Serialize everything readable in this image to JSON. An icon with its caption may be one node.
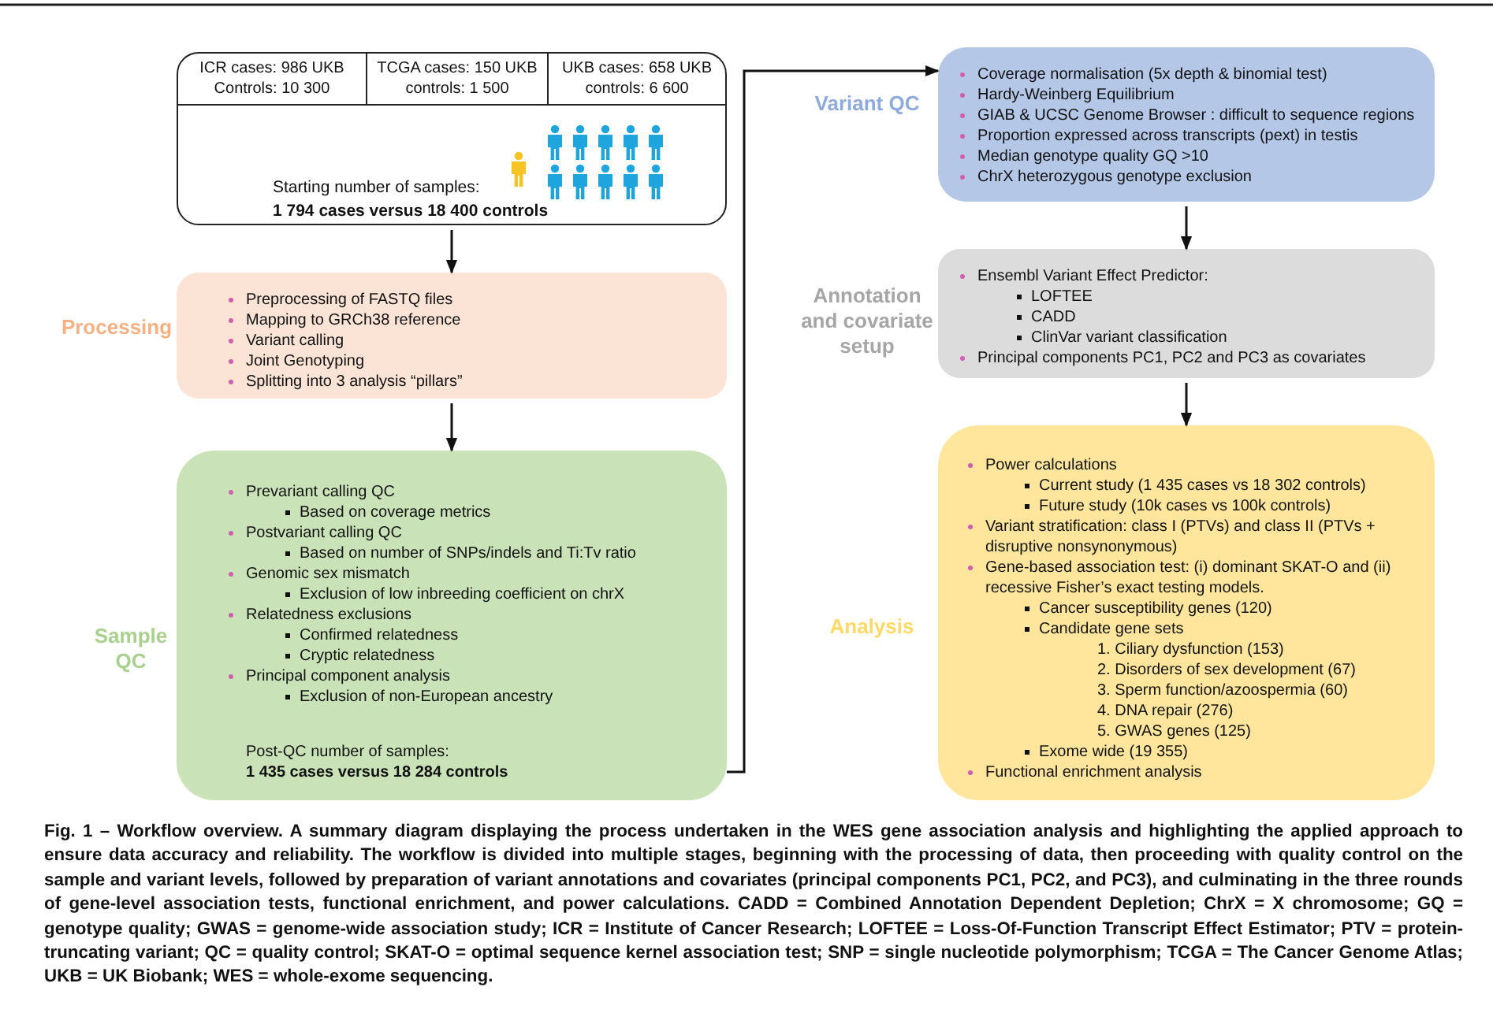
{
  "diagram": {
    "caption": "Fig. 1 – Workflow overview. A summary diagram displaying the process undertaken in the WES gene association analysis and highlighting the applied approach to ensure data accuracy and reliability. The workflow is divided into multiple stages, beginning with the processing of data, then proceeding with quality control on the sample and variant levels, followed by preparation of variant annotations and covariates (principal components PC1, PC2, and PC3), and culminating in the three rounds of gene-level association tests, functional enrichment, and power calculations. CADD = Combined Annotation Dependent Depletion; ChrX = X chromosome; GQ = genotype quality; GWAS = genome-wide association study; ICR = Institute of Cancer Research; LOFTEE = Loss-Of-Function Transcript Effect Estimator; PTV = protein-truncating variant; QC = quality control; SKAT-O = optimal sequence kernel association test; SNP = single nucleotide polymorphism; TCGA = The Cancer Genome Atlas; UKB = UK Biobank; WES = whole-exome sequencing.",
    "nodes": [
      {
        "text": [
          "Starting number of samples:",
          "1 794 cases versus 18 400 controls"
        ]
      },
      {
        "text": [
          "ICR cases: 986 UKB Controls: 10 300"
        ],
        "in": 0
      },
      {
        "text": [
          "TCGA cases: 150 UKB controls: 1 500"
        ],
        "in": 0
      },
      {
        "text": [
          "UKB cases: 658 UKB controls: 6 600"
        ],
        "in": 0
      },
      {
        "text": [
          "Preprocessing of FASTQ files",
          "Mapping to GRCh38 reference",
          "Variant calling",
          "Joint Genotyping",
          "Splitting into 3 analysis “pillars”"
        ],
        "beside": [
          "Processing"
        ]
      },
      {
        "text": [
          "Prevariant calling QC",
          "Based on coverage metrics",
          "Postvariant calling QC",
          "Based on number of SNPs/indels and Ti:Tv ratio",
          "Genomic sex mismatch",
          "Exclusion of low inbreeding coefficient on chrX",
          "Relatedness exclusions",
          "Confirmed relatedness",
          "Cryptic relatedness",
          "Principal component analysis",
          "Exclusion of non-European ancestry",
          "Post-QC number of samples:",
          "1 435 cases versus 18 284 controls"
        ],
        "beside": [
          "Sample QC"
        ]
      },
      {
        "text": [
          "Coverage normalisation (5x depth & binomial test)",
          "Hardy-Weinberg Equilibrium",
          "GIAB & UCSC Genome Browser : difficult to sequence regions",
          "Proportion expressed across transcripts (pext) in testis",
          "Median genotype quality GQ >10",
          "ChrX heterozygous genotype exclusion"
        ],
        "beside": [
          "Variant QC"
        ]
      },
      {
        "text": [
          "Ensembl Variant Effect Predictor:",
          "LOFTEE",
          "CADD",
          "ClinVar variant classification",
          "Principal components PC1, PC2 and PC3 as covariates"
        ],
        "beside": [
          "Annotation and covariate setup"
        ]
      },
      {
        "text": [
          "Power calculations",
          "Current study (1 435 cases vs 18 302 controls)",
          "Future study (10k cases vs 100k controls)",
          "Variant stratification: class I (PTVs) and class II (PTVs + disruptive nonsynonymous)",
          "Gene-based association test: (i) dominant SKAT-O and (ii) recessive Fisher’s exact testing models.",
          "Cancer susceptibility genes (120)",
          "Candidate gene sets",
          "1. Ciliary dysfunction (153)",
          "2. Disorders of sex development (67)",
          "3. Sperm function/azoospermia (60)",
          "4. DNA repair (276)",
          "5. GWAS genes (125)",
          "Exome wide (19 355)",
          "Functional enrichment analysis"
        ],
        "beside": [
          "Analysis"
        ]
      }
    ],
    "edges": [
      {
        "from": 0,
        "to": 4,
        "arrow": "to"
      },
      {
        "from": 4,
        "to": 5,
        "arrow": "to"
      },
      {
        "from": 5,
        "to": 6,
        "arrow": "to"
      },
      {
        "from": 6,
        "to": 7,
        "arrow": "to"
      },
      {
        "from": 7,
        "to": 8,
        "arrow": "to"
      }
    ]
  }
}
